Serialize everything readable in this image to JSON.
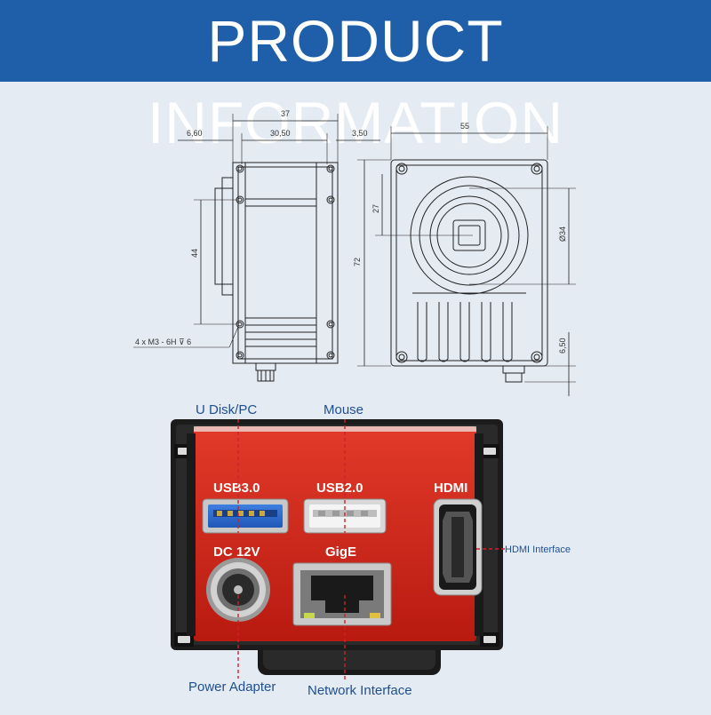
{
  "banner": {
    "title": "PRODUCT INFORMATION"
  },
  "drawing": {
    "side_view": {
      "dim_total_width": "37",
      "dim_left_offset": "6,60",
      "dim_body_width": "30,50",
      "dim_right_offset": "3,50",
      "dim_mount_spacing": "44",
      "mounting_holes_note": "4 x M3 - 6H ⊽ 6"
    },
    "front_view": {
      "dim_width": "55",
      "dim_height": "72",
      "dim_center_height": "27",
      "dim_lens_diameter": "Ø34",
      "dim_connector_offset": "6,50"
    }
  },
  "ports": {
    "usb3": {
      "label": "USB3.0",
      "callout": "U Disk/PC",
      "color": "#2f6fd0"
    },
    "usb2": {
      "label": "USB2.0",
      "callout": "Mouse"
    },
    "hdmi": {
      "label": "HDMI",
      "callout": "HDMI Interface"
    },
    "dc": {
      "label": "DC 12V",
      "callout": "Power Adapter"
    },
    "gige": {
      "label": "GigE",
      "callout": "Network Interface"
    }
  },
  "colors": {
    "banner": "#1f5fa9",
    "background": "#e4ebf3",
    "housing_red": "#d42418",
    "leader_line": "#d0202a",
    "callout_text": "#1f4f90"
  }
}
